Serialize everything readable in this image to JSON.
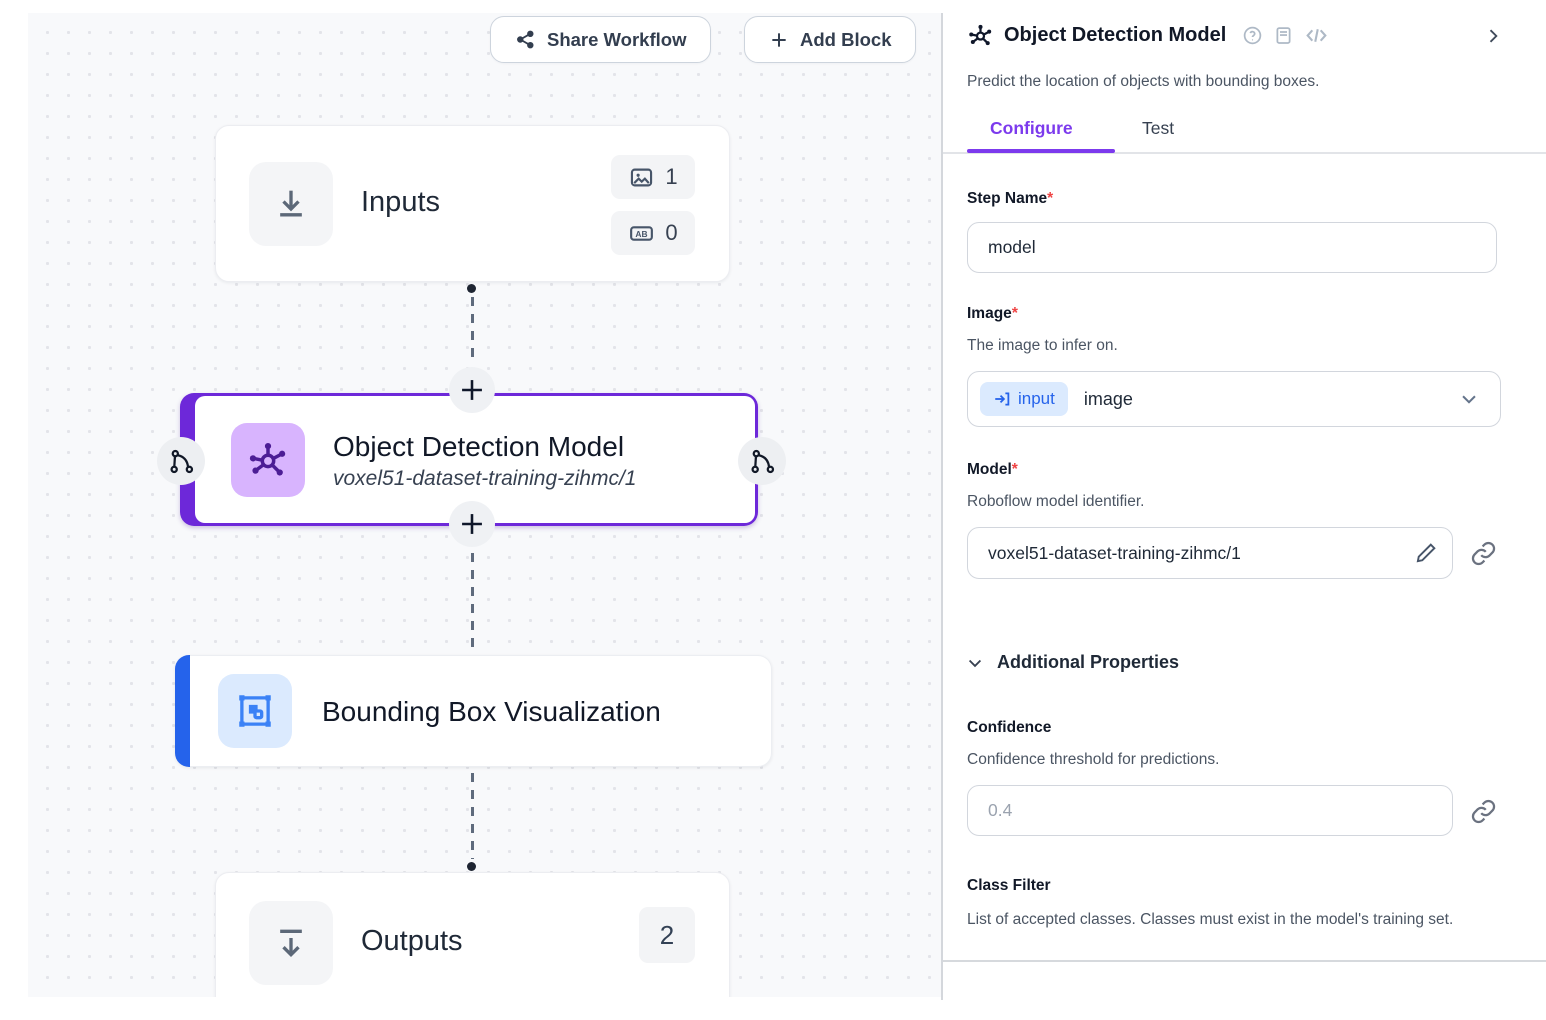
{
  "toolbar": {
    "share_workflow": "Share Workflow",
    "add_block": "Add Block"
  },
  "nodes": {
    "inputs": {
      "title": "Inputs",
      "image_count": "1",
      "text_count": "0"
    },
    "detection": {
      "title": "Object Detection Model",
      "subtitle": "voxel51-dataset-training-zihmc/1"
    },
    "visualization": {
      "title": "Bounding Box Visualization"
    },
    "outputs": {
      "title": "Outputs",
      "count": "2"
    }
  },
  "panel": {
    "title": "Object Detection Model",
    "description": "Predict the location of objects with bounding boxes.",
    "required_mark": "*",
    "tabs": [
      {
        "label": "Configure"
      },
      {
        "label": "Test"
      }
    ],
    "step_name": {
      "label": "Step Name",
      "value": "model"
    },
    "image": {
      "label": "Image",
      "description": "The image to infer on.",
      "badge": "input",
      "value": "image"
    },
    "model": {
      "label": "Model",
      "description": "Roboflow model identifier.",
      "value": "voxel51-dataset-training-zihmc/1"
    },
    "additional_properties": {
      "label": "Additional Properties"
    },
    "confidence": {
      "label": "Confidence",
      "description": "Confidence threshold for predictions.",
      "placeholder": "0.4"
    },
    "class_filter": {
      "label": "Class Filter",
      "description": "List of accepted classes. Classes must exist in the model's training set."
    }
  },
  "colors": {
    "accent_purple": "#7c3aed",
    "accent_purple_dark": "#6d28d9",
    "accent_blue": "#2563eb",
    "badge_blue_bg": "#dbeafe",
    "model_icon_bg": "#d8b4fe",
    "required_red": "#ef4444"
  }
}
